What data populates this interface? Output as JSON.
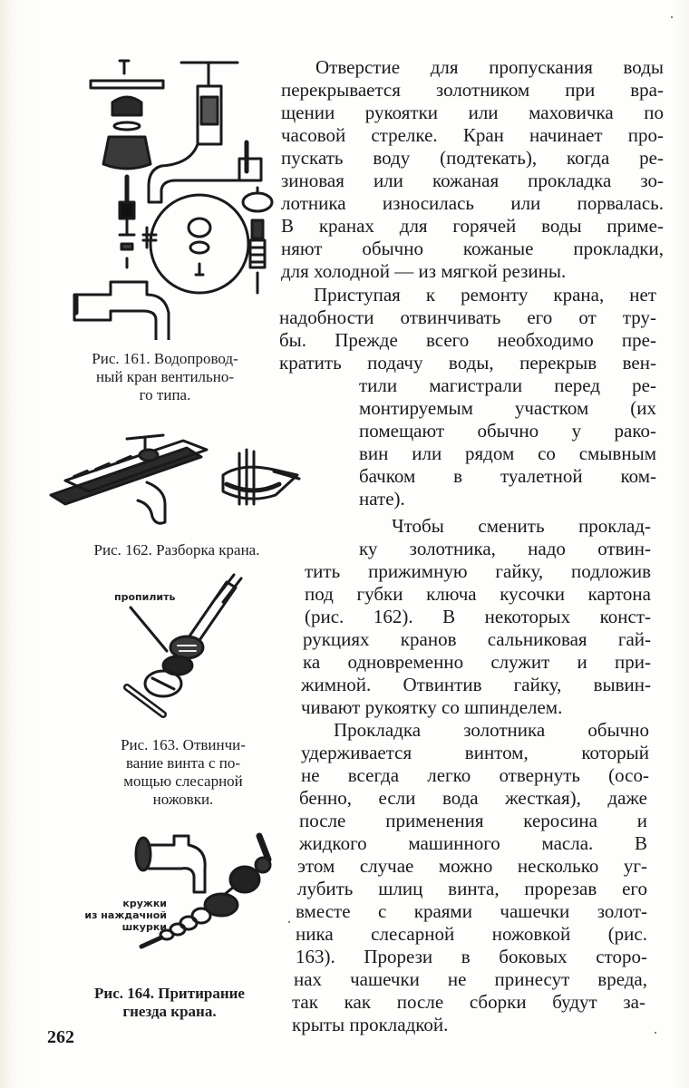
{
  "page": {
    "number": "262",
    "paper_color": "#fdfdfb",
    "ink_color": "#1a1a1a"
  },
  "figures": [
    {
      "id": "fig-161",
      "caption_lines": [
        "Рис. 161. Водопровод-",
        "ный кран вентильно-",
        "го типа."
      ],
      "depicts": "exploded view of a valve-type water tap"
    },
    {
      "id": "fig-162",
      "caption_lines": [
        "Рис. 162. Разборка крана."
      ],
      "depicts": "wrench on tap nut; detail of cardboard under wrench jaws"
    },
    {
      "id": "fig-163",
      "label": "пропилить",
      "caption_lines": [
        "Рис. 163. Отвинчи-",
        "вание винта с по-",
        "мощью слесарной",
        "ножовки."
      ],
      "depicts": "hacksaw cutting screw slot on valve spindle"
    },
    {
      "id": "fig-164",
      "label_lines": [
        "кружки",
        "из наждачной",
        "шкурки"
      ],
      "caption_lines": [
        "Рис. 164. Притирание",
        "гнезда крана."
      ],
      "depicts": "tap body and spindle with emery paper discs"
    }
  ],
  "body": {
    "lines": [
      "Отверстие для пропускания воды",
      "перекрывается золотником при вра-",
      "щении рукоятки или маховичка по",
      "часовой стрелке. Кран начинает про-",
      "пускать воду (подтекать), когда ре-",
      "зиновая или кожаная прокладка зо-",
      "лотника износилась или порвалась.",
      "В кранах для горячей воды приме-",
      "няют обычно кожаные прокладки,",
      "для холодной — из мягкой резины.",
      "Приступая к ремонту крана, нет",
      "надобности отвинчивать его от тру-",
      "бы. Прежде всего необходимо пре-",
      "кратить подачу воды, перекрыв вен-",
      "тили магистрали перед ре-",
      "монтируемым участком (их",
      "помещают обычно у рако-",
      "вин или рядом со смывным",
      "бачком в туалетной ком-",
      "нате).",
      "Чтобы сменить проклад-",
      "ку золотника, надо отвин-",
      "тить прижимную гайку, подложив",
      "под губки ключа кусочки картона",
      "(рис. 162). В некоторых конст-",
      "рукциях кранов сальниковая гай-",
      "ка одновременно служит и при-",
      "жимной. Отвинтив гайку, вывин-",
      "чивают рукоятку со шпинделем.",
      "Прокладка золотника обычно",
      "удерживается винтом, который",
      "не всегда легко отвернуть (осо-",
      "бенно, если вода жесткая), даже",
      "после применения керосина и",
      "жидкого машинного масла. В",
      "этом случае можно несколько уг-",
      "лубить шлиц винта, прорезав его",
      "вместе с краями чашечки золот-",
      "ника слесарной ножовкой (рис.",
      "163). Прорези в боковых сторо-",
      "нах чашечки не принесут вреда,",
      "так как после сборки будут за-",
      "крыты прокладкой."
    ]
  }
}
